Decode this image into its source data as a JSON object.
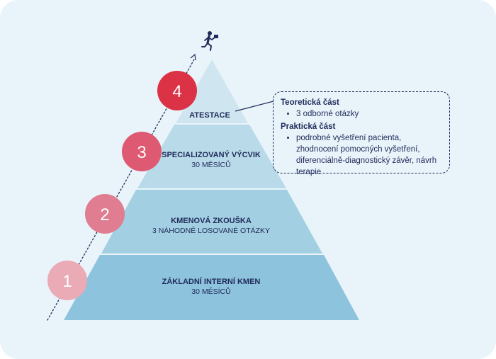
{
  "levels": [
    {
      "number": "1",
      "title": "ZÁKLADNÍ INTERNÍ KMEN",
      "subtitle": "30 MĚSÍCŮ"
    },
    {
      "number": "2",
      "title": "KMENOVÁ ZKOUŠKA",
      "subtitle": "3 NÁHODNĚ LOSOVANÉ OTÁZKY"
    },
    {
      "number": "3",
      "title": "SPECIALIZOVANÝ VÝCVIK",
      "subtitle": "30 MĚSÍCŮ"
    },
    {
      "number": "4",
      "title": "ATESTACE",
      "subtitle": ""
    }
  ],
  "callout": {
    "theory_title": "Teoretická část",
    "theory_items": [
      "3 odborné otázky"
    ],
    "practice_title": "Praktická část",
    "practice_items": [
      "podrobné vyšetření pacienta, zhodnocení pomocných vyšetření, diferenciálně-diagnostický závěr, návrh terapie"
    ]
  },
  "icons": {
    "climber": "running-person-with-briefcase-icon",
    "arrow": "dotted-upward-arrow"
  },
  "colors": {
    "level1": "#8dc3dc",
    "level2": "#a3cfe2",
    "level3": "#b9dbe9",
    "level4": "#cfe6f0",
    "badge1": "#eaaab6",
    "badge2": "#e07d90",
    "badge3": "#de5a72",
    "badge4": "#dc3245",
    "text": "#1f2a5a",
    "background": "#e9f4fa"
  }
}
